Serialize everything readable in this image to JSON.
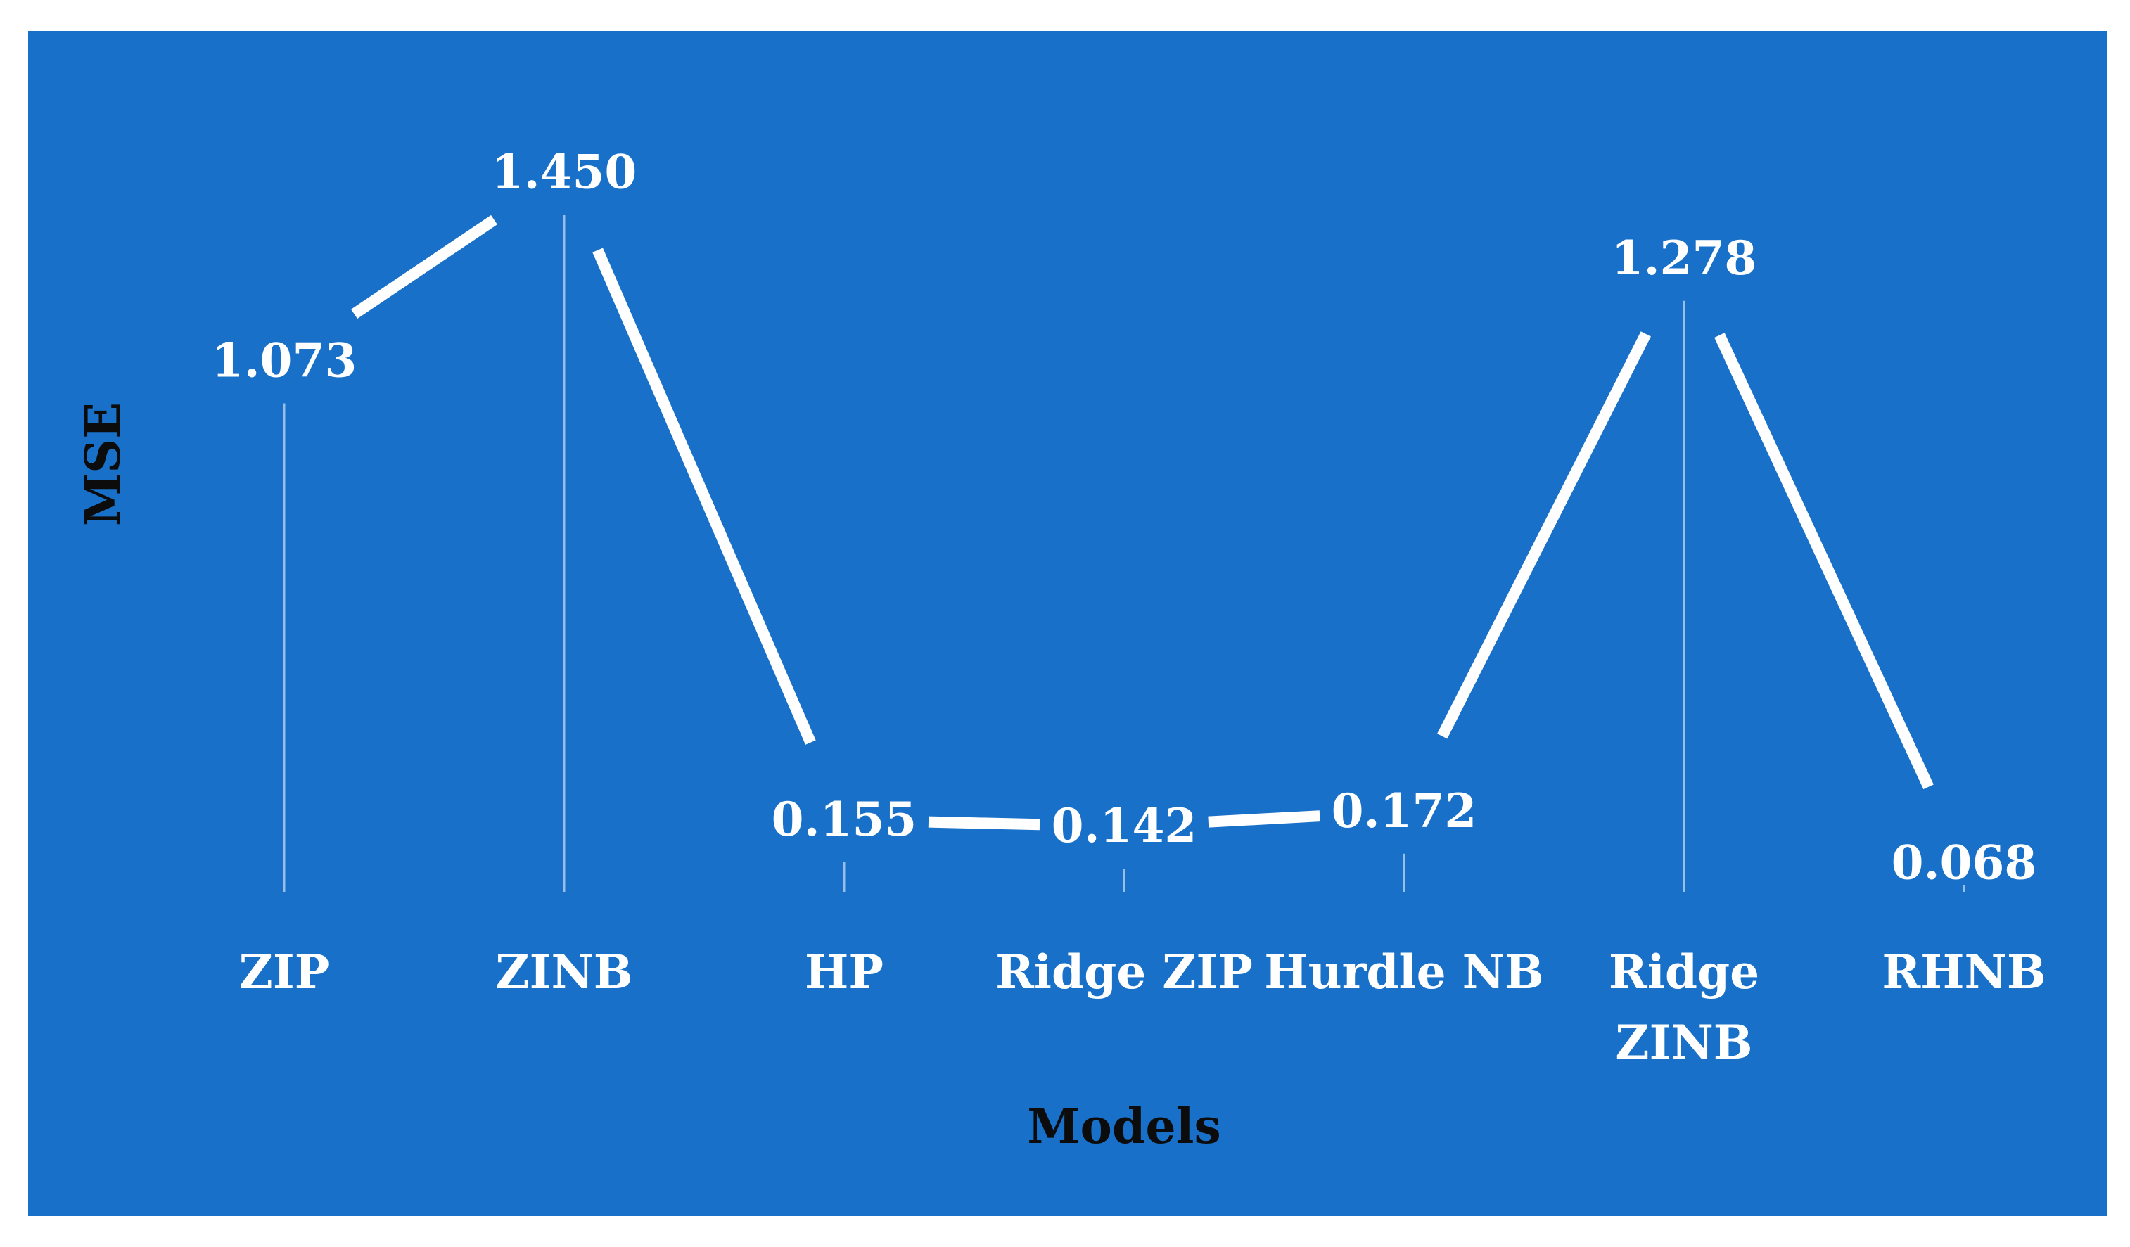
{
  "colors": {
    "plot_background": "#1870c8",
    "line": "#ffffff",
    "text": "#ffffff",
    "axis_title": "#0c0c0c"
  },
  "chart_data": {
    "type": "line",
    "title": "",
    "xlabel": "Models",
    "ylabel": "MSE",
    "categories": [
      "ZIP",
      "ZINB",
      "HP",
      "Ridge ZIP",
      "Hurdle NB",
      "Ridge ZINB",
      "RHNB"
    ],
    "series": [
      {
        "name": "",
        "values": [
          1.073,
          1.45,
          0.155,
          0.142,
          0.172,
          1.278,
          0.068
        ],
        "data_labels": [
          "1.073",
          "1.450",
          "0.155",
          "0.142",
          "0.172",
          "1.278",
          "0.068"
        ]
      }
    ],
    "ylim": [
      0,
      1.5
    ],
    "grid": false,
    "legend": "none",
    "drop_lines": true,
    "data_labels_shown": true
  }
}
